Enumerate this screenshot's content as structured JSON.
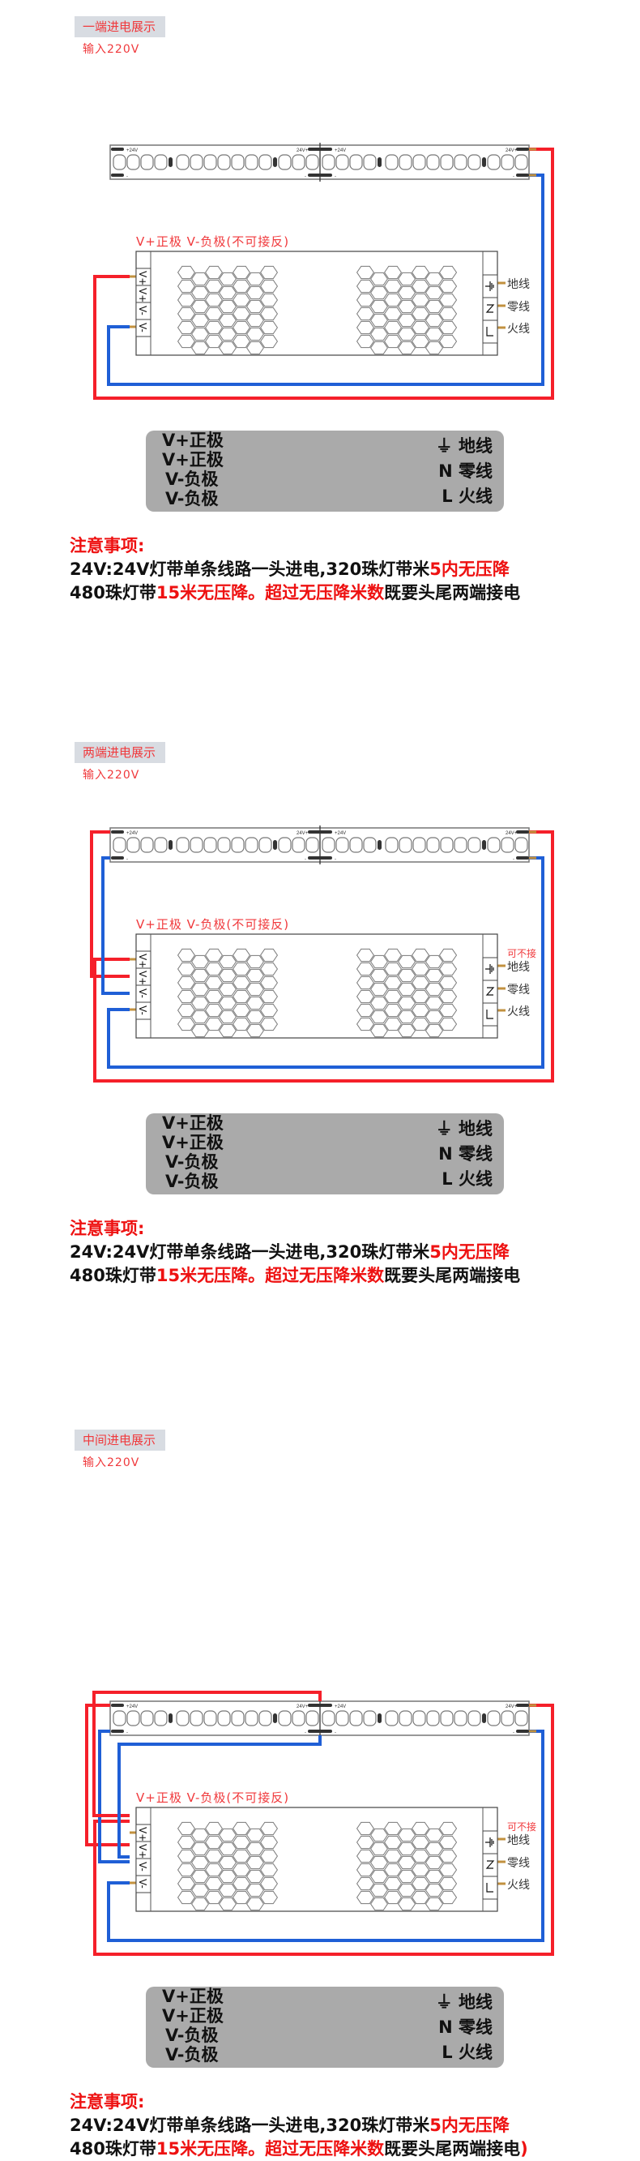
{
  "sections": [
    {
      "tag": "一端进电展示",
      "input": "输入220V",
      "polarity_label": "V+正极  V-负极(不可接反)",
      "optional_label": "",
      "terminals_left": [
        "V+",
        "V+",
        "V-",
        "V-"
      ],
      "terminals_right": [
        {
          "symbol": "ground",
          "label": "地线"
        },
        {
          "symbol": "N",
          "label": "零线"
        },
        {
          "symbol": "L",
          "label": "火线"
        }
      ],
      "strip_labels": {
        "plus_start": "+24V",
        "plus_end": "24V+",
        "minus": "-"
      }
    },
    {
      "tag": "两端进电展示",
      "input": "输入220V",
      "polarity_label": "V+正极  V-负极(不可接反)",
      "optional_label": "可不接",
      "terminals_left": [
        "V+",
        "V+",
        "V-",
        "V-"
      ],
      "terminals_right": [
        {
          "symbol": "ground",
          "label": "地线"
        },
        {
          "symbol": "N",
          "label": "零线"
        },
        {
          "symbol": "L",
          "label": "火线"
        }
      ],
      "strip_labels": {
        "plus_start": "+24V",
        "plus_end": "24V+",
        "minus": "-"
      }
    },
    {
      "tag": "中间进电展示",
      "input": "输入220V",
      "polarity_label": "V+正极  V-负极(不可接反)",
      "optional_label": "可不接",
      "terminals_left": [
        "V+",
        "V+",
        "V-",
        "V-"
      ],
      "terminals_right": [
        {
          "symbol": "ground",
          "label": "地线"
        },
        {
          "symbol": "N",
          "label": "零线"
        },
        {
          "symbol": "L",
          "label": "火线"
        }
      ],
      "strip_labels": {
        "plus_start": "+24V",
        "plus_end": "24V+",
        "minus": "-"
      }
    }
  ],
  "legend": {
    "left": [
      "V+正极",
      "V+正极",
      "V-负极",
      "V-负极"
    ],
    "right": [
      {
        "symbol": "⏚",
        "label": "地线"
      },
      {
        "symbol": "N",
        "label": "零线"
      },
      {
        "symbol": "L",
        "label": "火线"
      }
    ]
  },
  "notes": {
    "title": "注意事项:",
    "line1_black": "24V:24V灯带单条线路一头进电,320珠灯带米",
    "line1_red": "5内无压降",
    "line2_black_a": "480珠灯带",
    "line2_red": "15米无压降。超过无压降米数",
    "line2_black_b": "既要头尾两端接电",
    "line2_suffix_last": ")"
  },
  "colors": {
    "red_wire": "#f5202a",
    "blue_wire": "#1f5fd6",
    "accent_text": "#f0393c",
    "tag_bg": "#d8dce2",
    "legend_bg": "#aaaaaa",
    "connector": "#c2913f"
  }
}
